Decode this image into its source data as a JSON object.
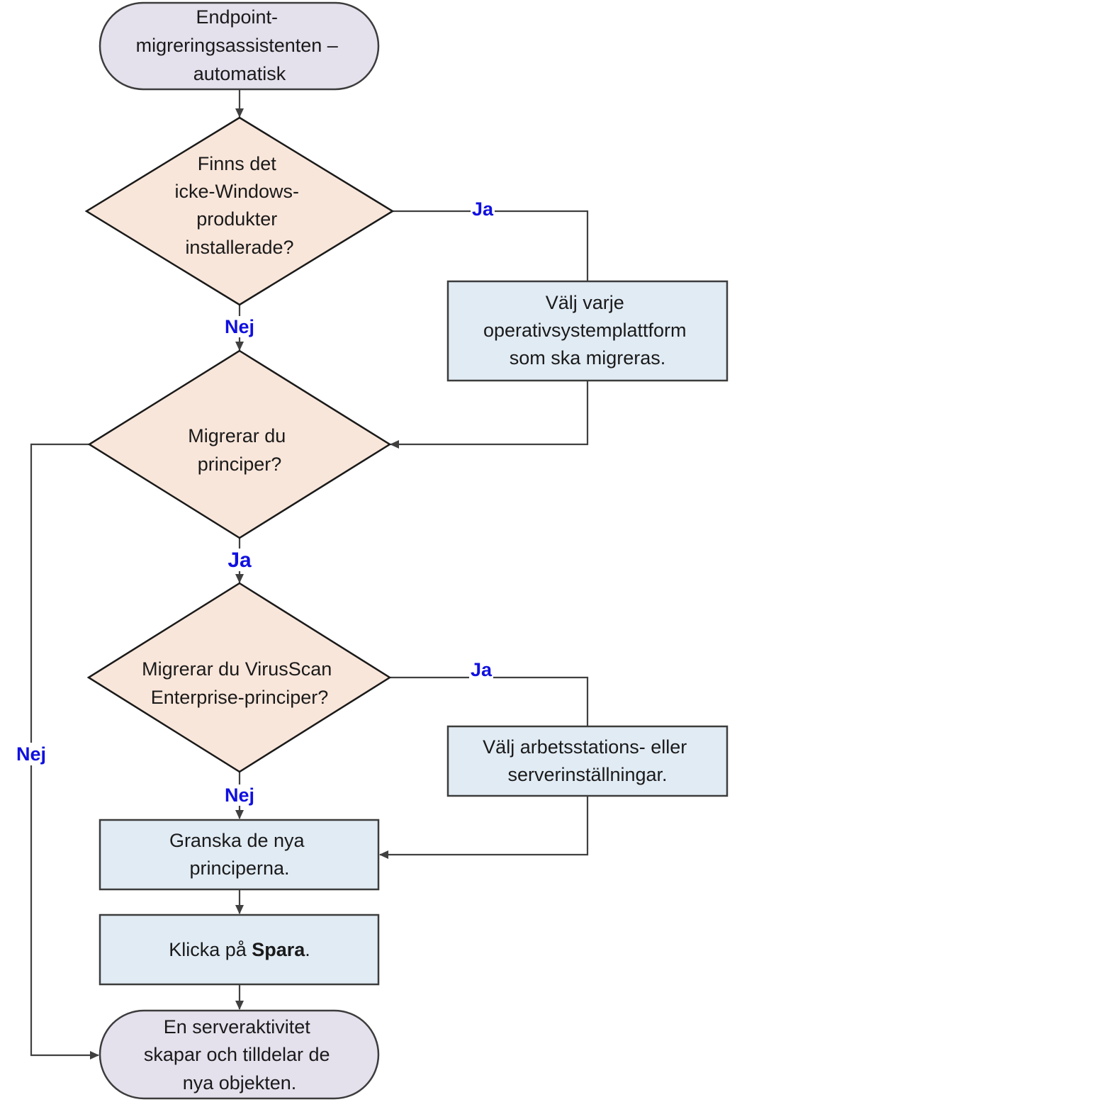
{
  "nodes": {
    "start": {
      "lines": [
        "Endpoint-",
        "migreringsassistenten –",
        "automatisk"
      ]
    },
    "decision_nonwindows": {
      "lines": [
        "Finns det",
        "icke-Windows-",
        "produkter",
        "installerade?"
      ]
    },
    "select_os": {
      "lines": [
        "Välj varje",
        "operativsystemplattform",
        "som ska migreras."
      ]
    },
    "decision_policies": {
      "lines": [
        "Migrerar du",
        "principer?"
      ]
    },
    "decision_vse": {
      "lines": [
        "Migrerar du VirusScan",
        "Enterprise-principer?"
      ]
    },
    "select_settings": {
      "lines": [
        "Välj arbetsstations- eller",
        "serverinställningar."
      ]
    },
    "review": {
      "lines": [
        "Granska de nya",
        "principerna."
      ]
    },
    "save": {
      "prefix": "Klicka på ",
      "bold": "Spara",
      "suffix": "."
    },
    "end": {
      "lines": [
        "En serveraktivitet",
        "skapar och tilldelar de",
        "nya objekten."
      ]
    }
  },
  "edge_labels": {
    "nonwindows_yes": "Ja",
    "nonwindows_no": "Nej",
    "policies_yes": "Ja",
    "policies_no": "Nej",
    "vse_yes": "Ja",
    "vse_no": "Nej"
  },
  "colors": {
    "terminal_fill": "#e4e0ec",
    "decision_fill": "#f9e6da",
    "process_fill": "#e1ebf4",
    "label_color": "#1010e0"
  }
}
